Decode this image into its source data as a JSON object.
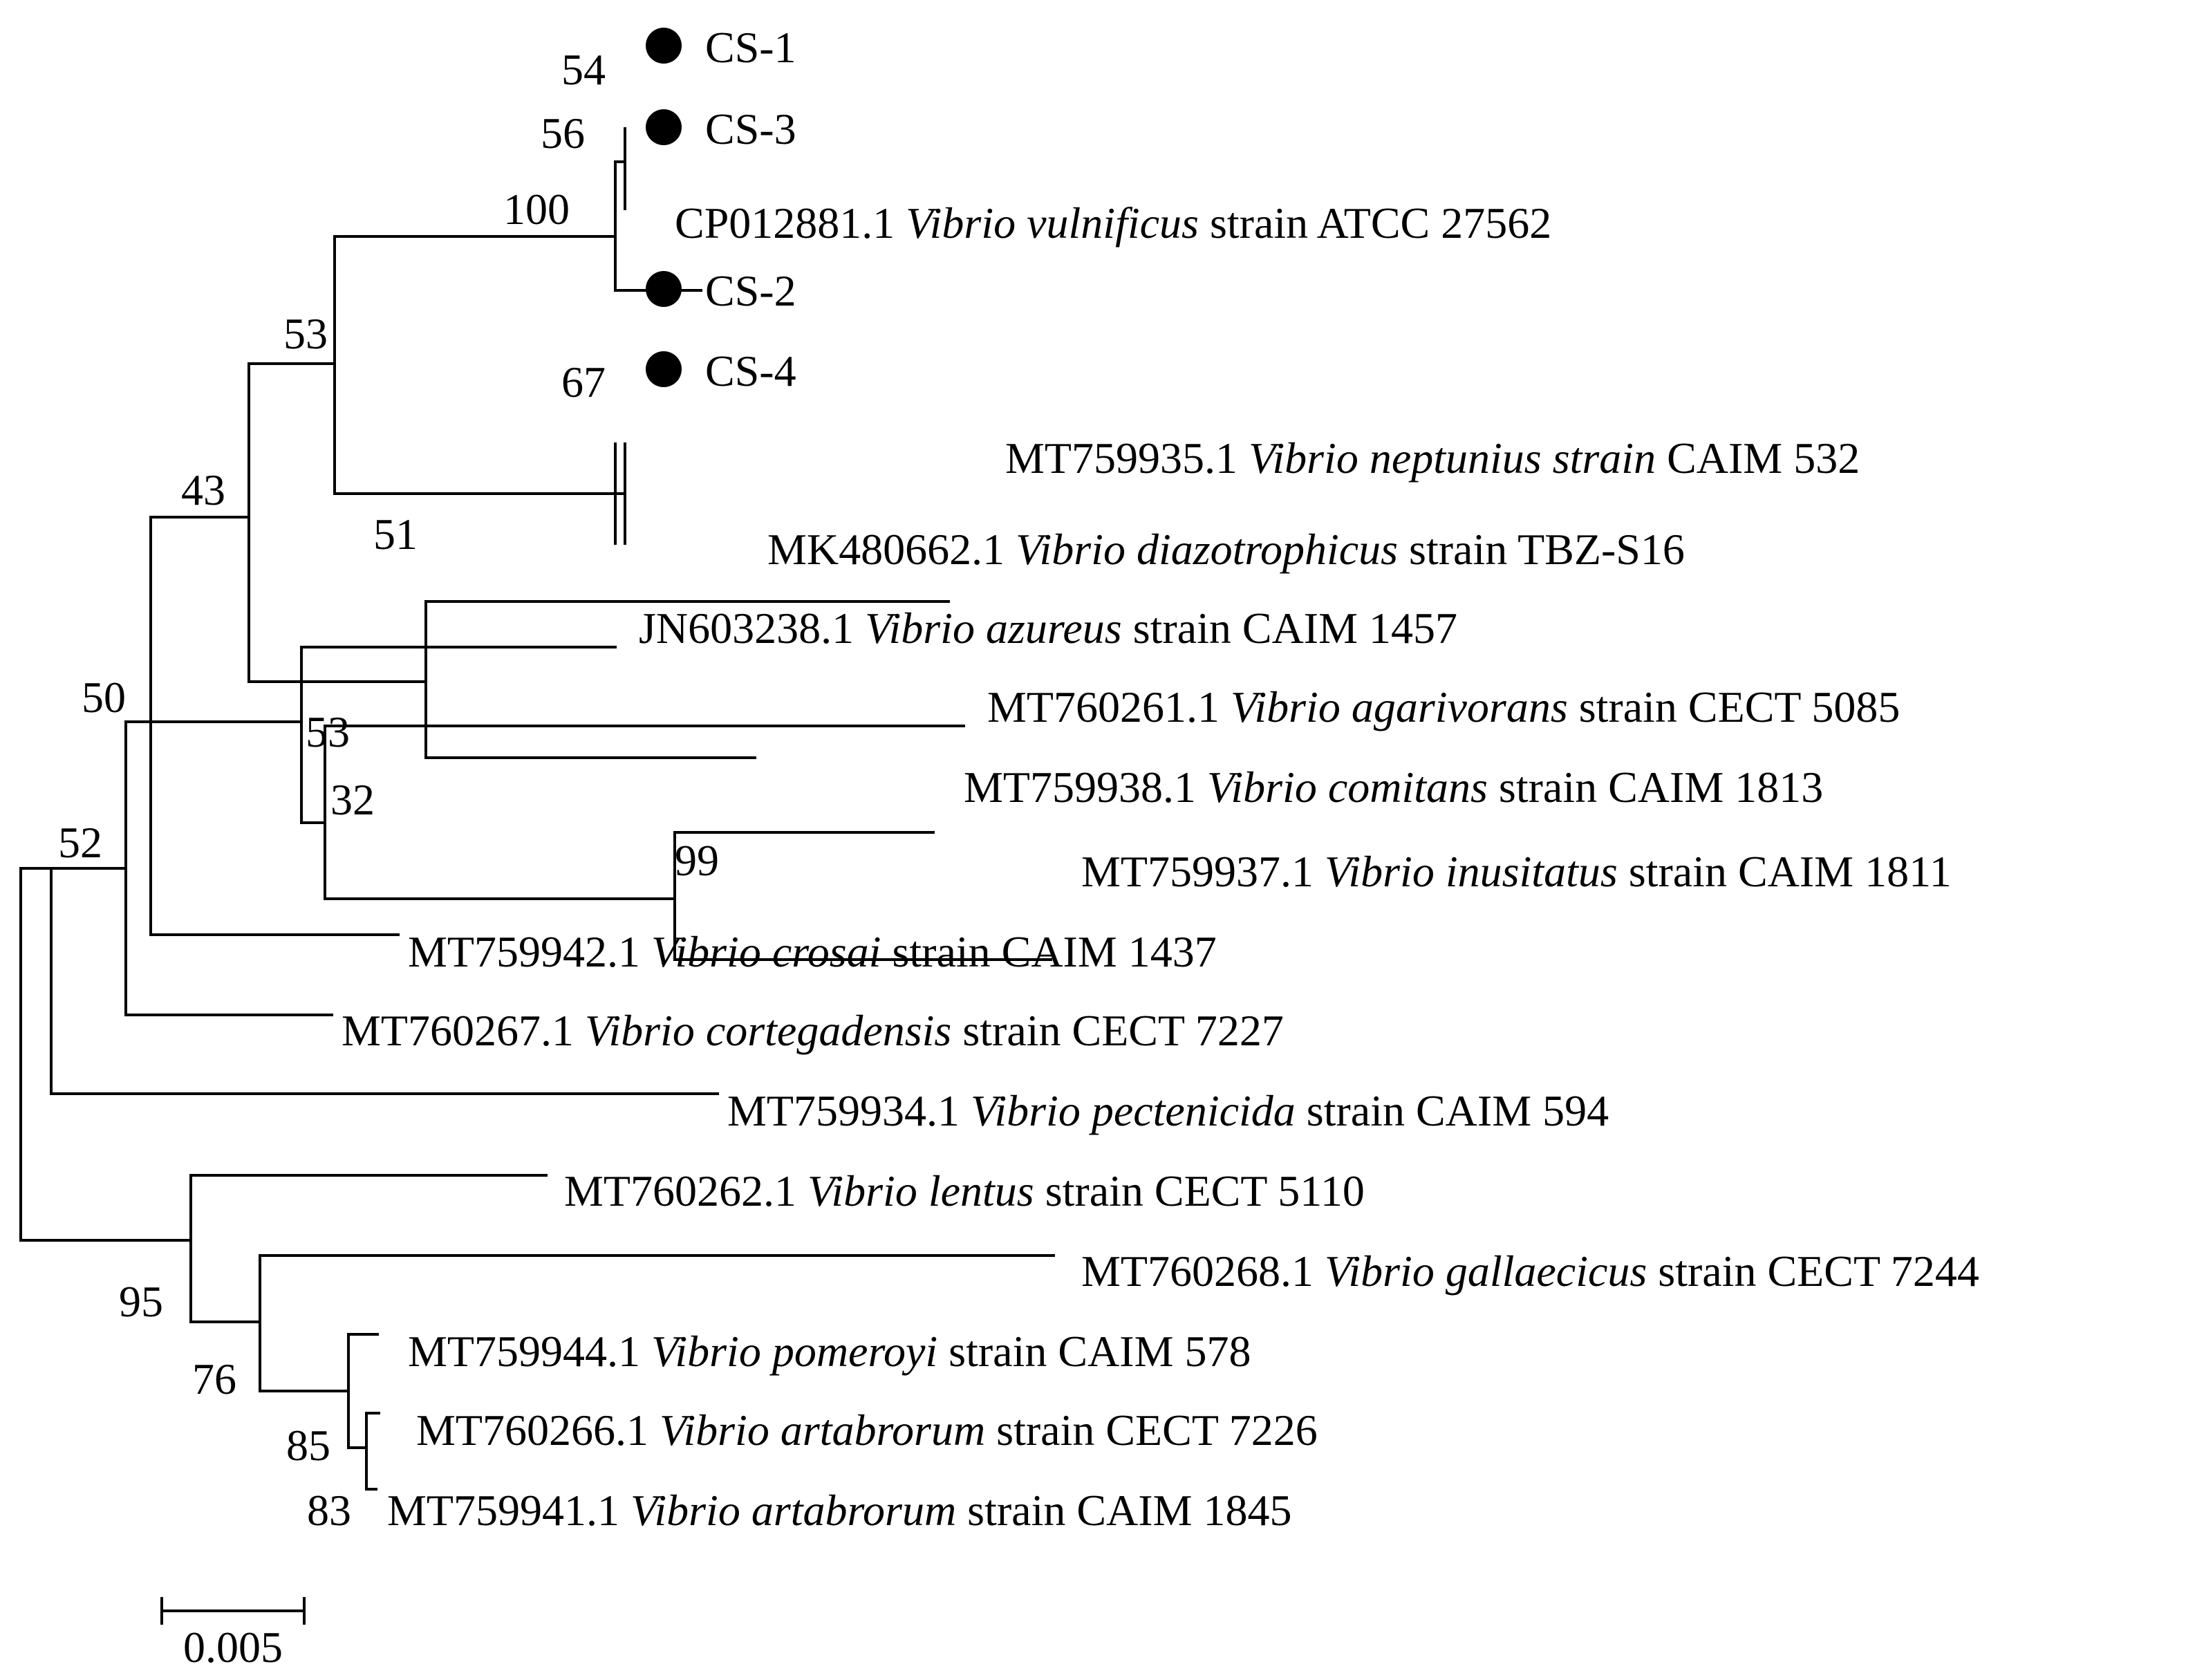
{
  "tree": {
    "leaves": [
      {
        "id": "cs1",
        "marker": true,
        "accession": "CS-1",
        "species": "",
        "strain": ""
      },
      {
        "id": "cs3",
        "marker": true,
        "accession": "CS-3",
        "species": "",
        "strain": ""
      },
      {
        "id": "cp012881",
        "marker": false,
        "accession": "CP012881.1",
        "species": "Vibrio vulnificus",
        "strain": "strain ATCC 27562"
      },
      {
        "id": "cs2",
        "marker": true,
        "accession": "CS-2",
        "species": "",
        "strain": ""
      },
      {
        "id": "cs4",
        "marker": true,
        "accession": "CS-4",
        "species": "",
        "strain": ""
      },
      {
        "id": "mt759935",
        "marker": false,
        "accession": "MT759935.1",
        "species": "Vibrio neptunius strain",
        "strain": "CAIM 532"
      },
      {
        "id": "mk480662",
        "marker": false,
        "accession": "MK480662.1",
        "species": "Vibrio diazotrophicus",
        "strain": "strain TBZ-S16"
      },
      {
        "id": "jn603238",
        "marker": false,
        "accession": "JN603238.1",
        "species": "Vibrio azureus",
        "strain": "strain CAIM 1457"
      },
      {
        "id": "mt760261",
        "marker": false,
        "accession": "MT760261.1",
        "species": "Vibrio agarivorans",
        "strain": "strain CECT 5085"
      },
      {
        "id": "mt759938",
        "marker": false,
        "accession": "MT759938.1",
        "species": "Vibrio comitans",
        "strain": "strain CAIM 1813"
      },
      {
        "id": "mt759937",
        "marker": false,
        "accession": "MT759937.1",
        "species": "Vibrio inusitatus",
        "strain": "strain CAIM 1811"
      },
      {
        "id": "mt759942",
        "marker": false,
        "accession": "MT759942.1",
        "species": "Vibrio crosai",
        "strain": "strain CAIM 1437"
      },
      {
        "id": "mt760267",
        "marker": false,
        "accession": "MT760267.1",
        "species": "Vibrio cortegadensis",
        "strain": "strain CECT 7227"
      },
      {
        "id": "mt759934",
        "marker": false,
        "accession": "MT759934.1",
        "species": "Vibrio pectenicida",
        "strain": "strain CAIM 594"
      },
      {
        "id": "mt760262",
        "marker": false,
        "accession": "MT760262.1",
        "species": "Vibrio lentus",
        "strain": "strain CECT 5110"
      },
      {
        "id": "mt760268",
        "marker": false,
        "accession": "MT760268.1",
        "species": "Vibrio gallaecicus",
        "strain": "strain CECT 7244"
      },
      {
        "id": "mt759944",
        "marker": false,
        "accession": "MT759944.1",
        "species": "Vibrio pomeroyi",
        "strain": "strain CAIM 578"
      },
      {
        "id": "mt760266",
        "marker": false,
        "accession": "MT760266.1",
        "species": "Vibrio artabrorum",
        "strain": "strain CECT 7226"
      },
      {
        "id": "mt759941",
        "marker": false,
        "accession": "MT759941.1",
        "species": "Vibrio artabrorum",
        "strain": "strain CAIM 1845"
      }
    ],
    "bootstrap_values": {
      "cs1_cs3": "54",
      "cs1_cs3_parent": "56",
      "vulnificus_clade": "100",
      "cs2_cs4": "67",
      "clade_53_upper": "53",
      "neptunius_diazotrophicus": "51",
      "clade_43": "43",
      "azureus_group": "53",
      "agarivorans_group": "32",
      "comitans_inusitatus": "99",
      "clade_50": "50",
      "clade_52": "52",
      "lentus_group": "95",
      "gallaecicus_group": "76",
      "pomeroyi_group": "85",
      "artabrorum_pair": "83"
    },
    "scale_bar": {
      "value": 0.005,
      "label": "0.005"
    },
    "marker_color": "#000000",
    "line_color": "#000000"
  }
}
